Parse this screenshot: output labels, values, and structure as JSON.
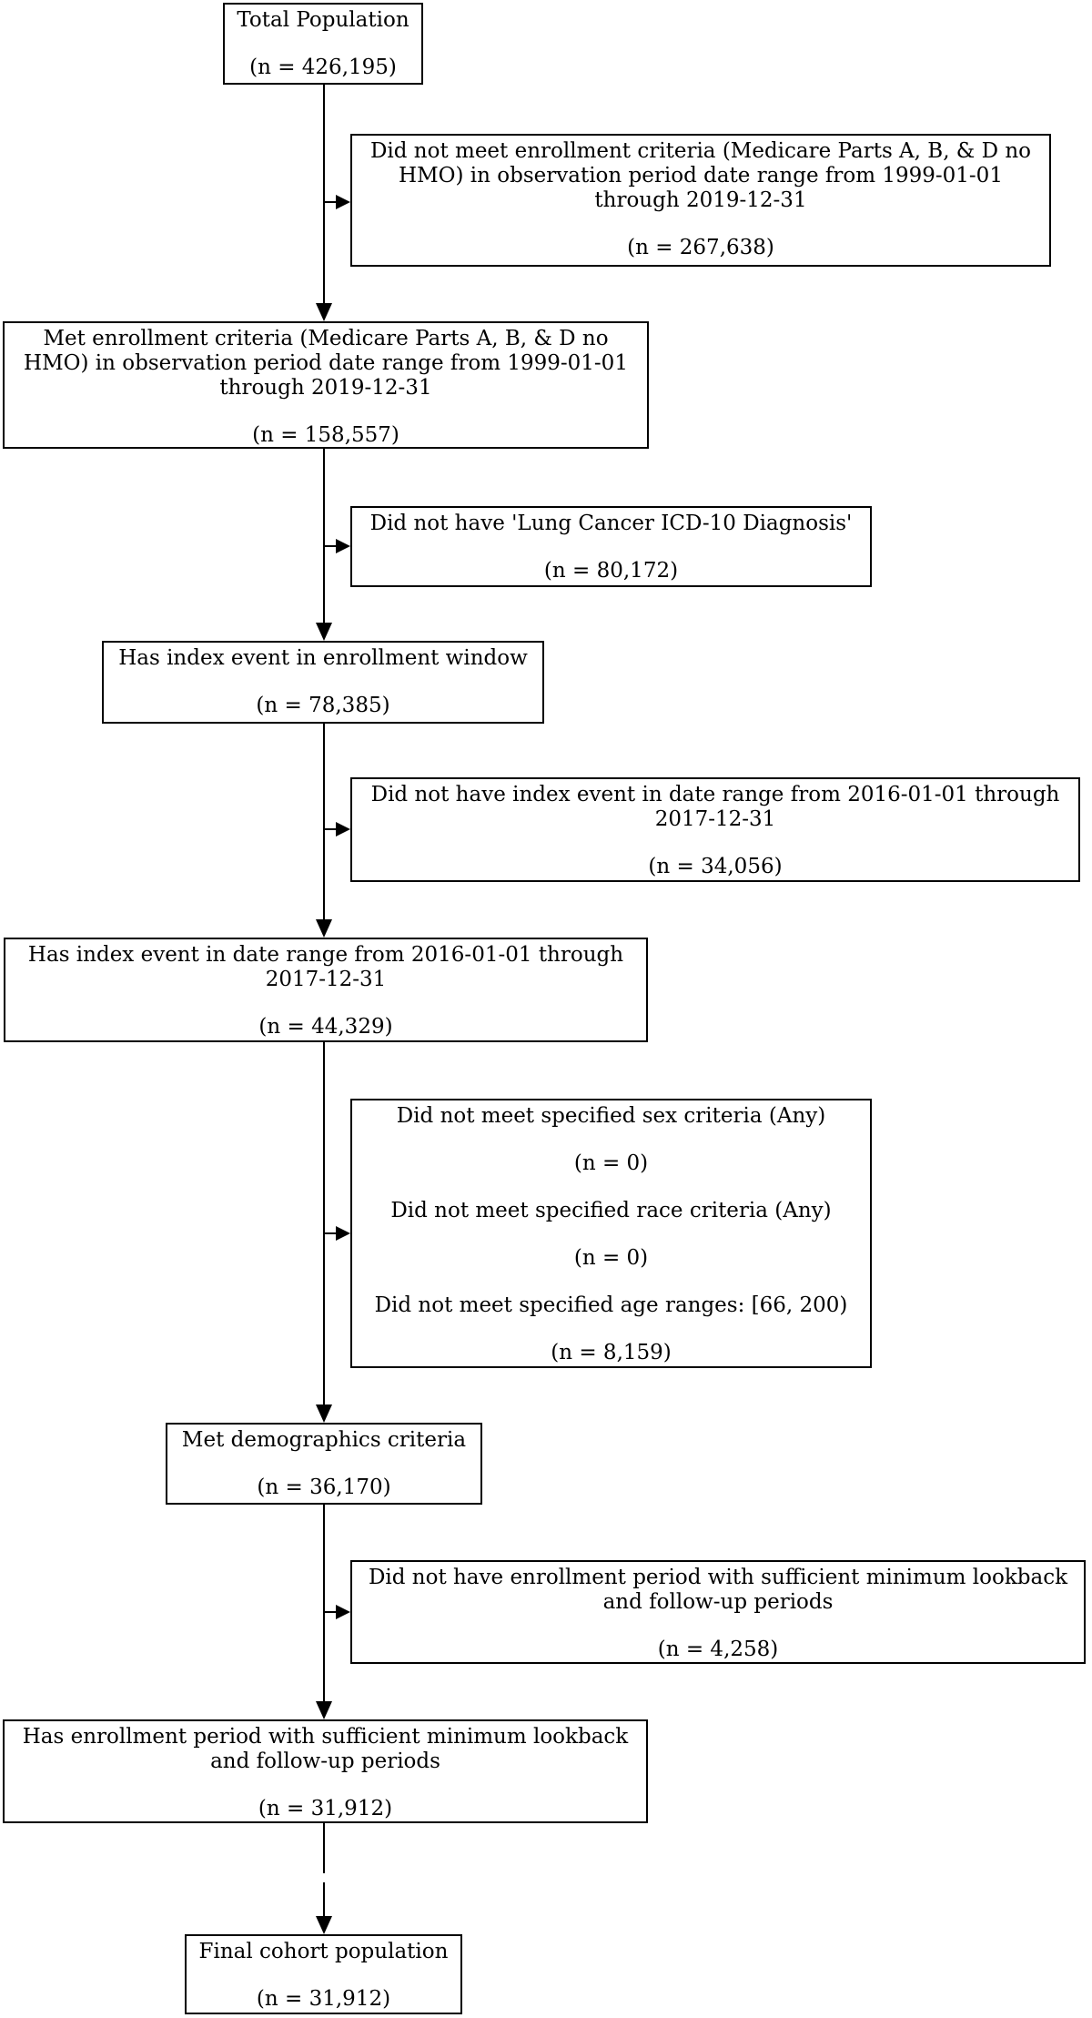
{
  "flow": {
    "background_color": "#ffffff",
    "line_color": "#000000",
    "nodes": {
      "total": {
        "label": "Total Population",
        "count": "(n = 426,195)"
      },
      "excl_enrollment": {
        "label": "Did not meet enrollment criteria (Medicare Parts A, B, & D no\nHMO) in observation period date range from 1999-01-01\nthrough 2019-12-31",
        "count": "(n = 267,638)"
      },
      "met_enrollment": {
        "label": "Met enrollment criteria (Medicare Parts A, B, & D no\nHMO) in observation period date range from 1999-01-01\nthrough 2019-12-31",
        "count": "(n = 158,557)"
      },
      "excl_diagnosis": {
        "label": "Did not have 'Lung Cancer ICD-10 Diagnosis'",
        "count": "(n = 80,172)"
      },
      "index_window": {
        "label": "Has index event in enrollment window",
        "count": "(n = 78,385)"
      },
      "excl_index_range": {
        "label": "Did not have index event in date range from 2016-01-01 through\n2017-12-31",
        "count": "(n = 34,056)"
      },
      "index_range": {
        "label": "Has index event in date range from 2016-01-01 through\n2017-12-31",
        "count": "(n = 44,329)"
      },
      "excl_demographics": {
        "items": [
          {
            "label": "Did not meet specified sex criteria (Any)",
            "count": "(n = 0)"
          },
          {
            "label": "Did not meet specified race criteria (Any)",
            "count": "(n = 0)"
          },
          {
            "label": "Did not meet specified age ranges: [66, 200)",
            "count": "(n = 8,159)"
          }
        ]
      },
      "met_demographics": {
        "label": "Met demographics criteria",
        "count": "(n = 36,170)"
      },
      "excl_lookback": {
        "label": "Did not have enrollment period with sufficient minimum lookback\nand follow-up periods",
        "count": "(n = 4,258)"
      },
      "has_lookback": {
        "label": "Has enrollment period with sufficient minimum lookback\nand follow-up periods",
        "count": "(n = 31,912)"
      },
      "final": {
        "label": "Final cohort population",
        "count": "(n = 31,912)"
      }
    }
  }
}
